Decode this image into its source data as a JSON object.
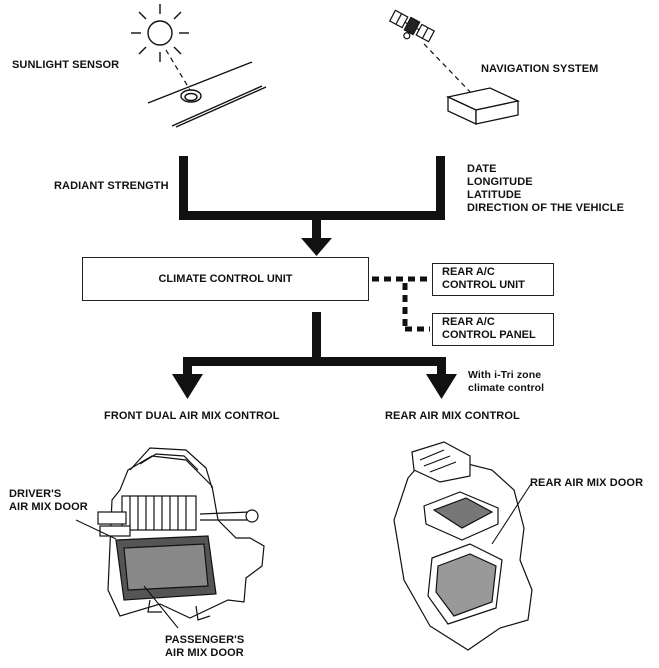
{
  "inputs": {
    "sunlight_sensor": "SUNLIGHT SENSOR",
    "navigation_system": "NAVIGATION SYSTEM",
    "radiant_strength": "RADIANT STRENGTH",
    "nav_data": [
      "DATE",
      "LONGITUDE",
      "LATITUDE",
      "DIRECTION OF THE VEHICLE"
    ]
  },
  "units": {
    "climate_control_unit": "CLIMATE CONTROL UNIT",
    "rear_ac_control_unit": [
      "REAR A/C",
      "CONTROL UNIT"
    ],
    "rear_ac_control_panel": [
      "REAR A/C",
      "CONTROL PANEL"
    ],
    "itri_note": [
      "With i-Tri zone",
      "climate control"
    ]
  },
  "outputs": {
    "front_dual": "FRONT DUAL AIR MIX CONTROL",
    "rear": "REAR AIR MIX CONTROL"
  },
  "parts": {
    "drivers_door": [
      "DRIVER'S",
      "AIR MIX DOOR"
    ],
    "passengers_door": [
      "PASSENGER'S",
      "AIR MIX DOOR"
    ],
    "rear_door": "REAR AIR MIX DOOR"
  }
}
